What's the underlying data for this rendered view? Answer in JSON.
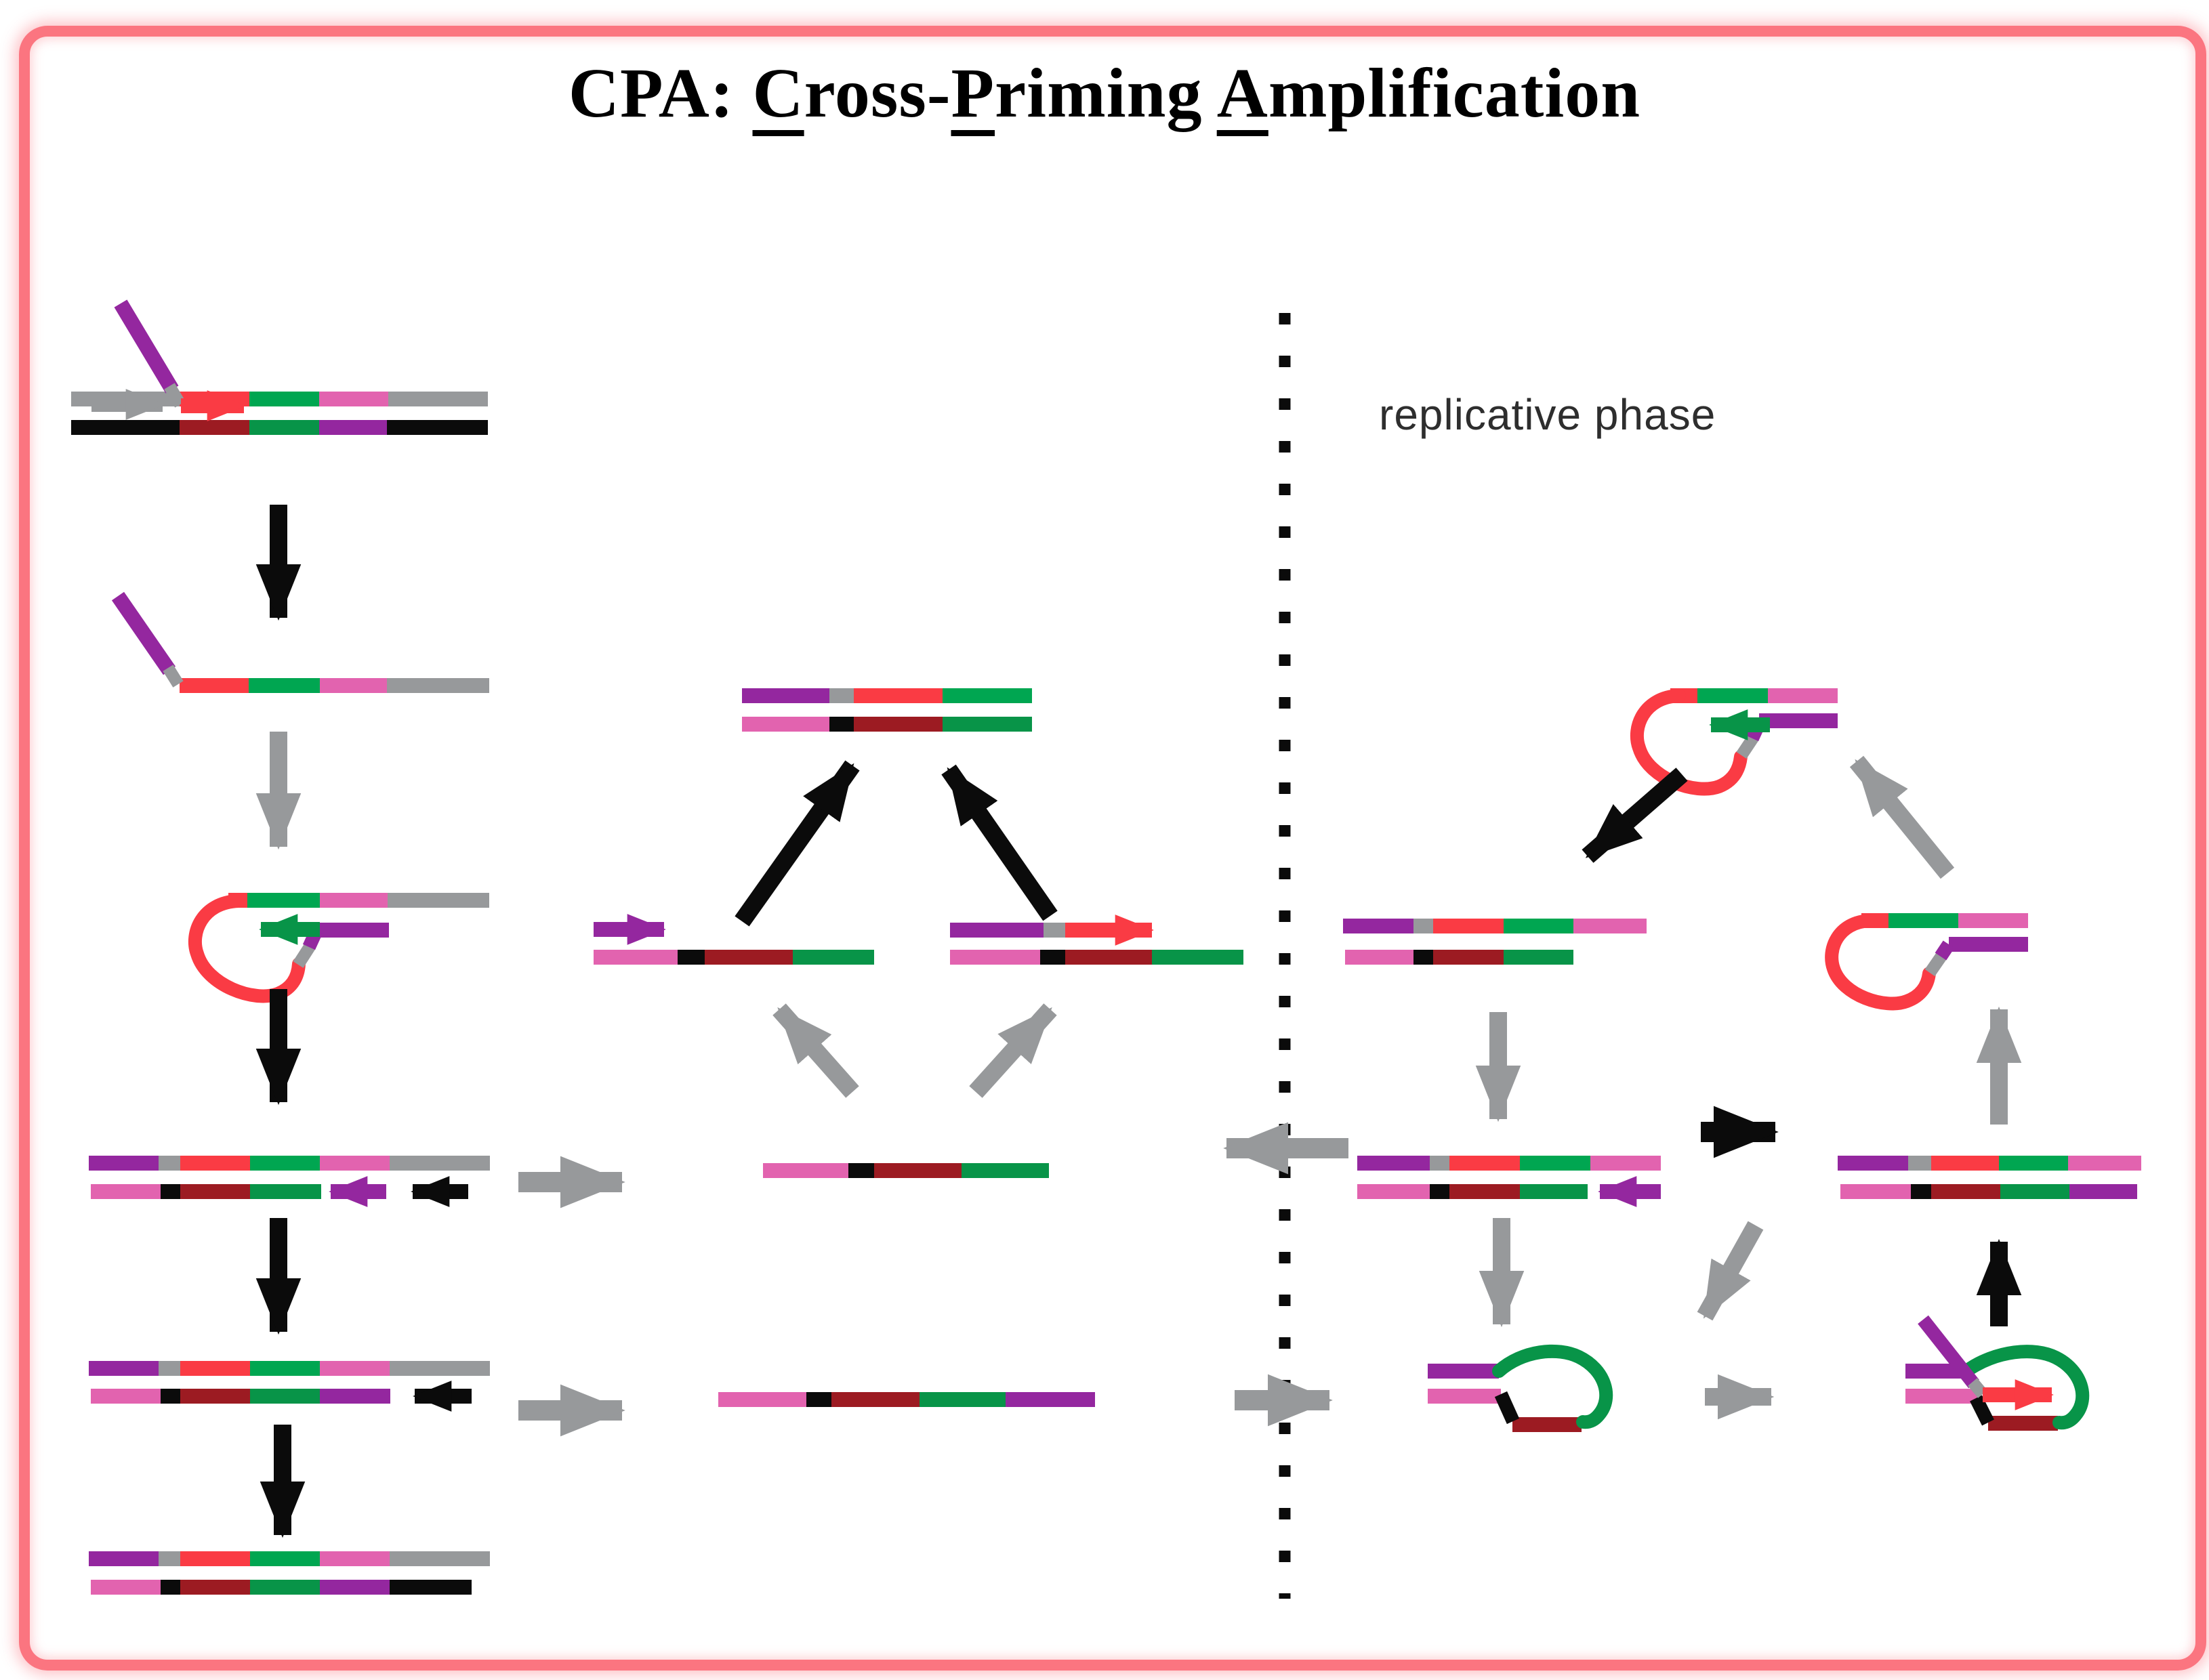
{
  "title": {
    "prefix": "CPA: ",
    "word1_initial": "C",
    "word1_rest": "ross-",
    "word2_initial": "P",
    "word2_rest": "riming ",
    "word3_initial": "A",
    "word3_rest": "mplification"
  },
  "labels": {
    "right_phase": "replicative phase"
  },
  "palette": {
    "purple": "#94279f",
    "pink": "#e263af",
    "red": "#fa3b44",
    "darkred": "#9c1b22",
    "green": "#00a651",
    "dgreen": "#089448",
    "gray": "#97999b",
    "black": "#0b0b0b",
    "border": "#fb7580",
    "text": "#2e2e2e"
  },
  "strands": {
    "s1_top": [
      [
        "gray",
        160
      ],
      [
        "red",
        103
      ],
      [
        "green",
        103
      ],
      [
        "pink",
        102
      ],
      [
        "gray",
        147
      ]
    ],
    "s1_bot": [
      [
        "black",
        160
      ],
      [
        "darkred",
        103
      ],
      [
        "dgreen",
        103
      ],
      [
        "purple",
        100
      ],
      [
        "black",
        149
      ]
    ],
    "s2": [
      [
        "red",
        102
      ],
      [
        "green",
        105
      ],
      [
        "pink",
        99
      ],
      [
        "gray",
        151
      ]
    ],
    "s3_top": [
      [
        "red",
        28
      ],
      [
        "green",
        107
      ],
      [
        "pink",
        100
      ],
      [
        "gray",
        150
      ]
    ],
    "s3_purple": [
      [
        "purple",
        108
      ]
    ],
    "s7_top": [
      [
        "purple",
        103
      ],
      [
        "gray",
        32
      ],
      [
        "red",
        103
      ],
      [
        "green",
        103
      ],
      [
        "pink",
        103
      ],
      [
        "gray",
        148
      ]
    ],
    "s7_bot": [
      [
        "pink",
        103
      ],
      [
        "black",
        29
      ],
      [
        "darkred",
        103
      ],
      [
        "dgreen",
        105
      ]
    ],
    "s9_top": [
      [
        "purple",
        103
      ],
      [
        "gray",
        32
      ],
      [
        "red",
        103
      ],
      [
        "green",
        103
      ],
      [
        "pink",
        103
      ],
      [
        "gray",
        148
      ]
    ],
    "s9_bot": [
      [
        "pink",
        103
      ],
      [
        "black",
        29
      ],
      [
        "darkred",
        103
      ],
      [
        "dgreen",
        103
      ],
      [
        "purple",
        104
      ]
    ],
    "s11_top": [
      [
        "purple",
        103
      ],
      [
        "gray",
        32
      ],
      [
        "red",
        103
      ],
      [
        "green",
        103
      ],
      [
        "pink",
        103
      ],
      [
        "gray",
        148
      ]
    ],
    "s11_bot": [
      [
        "pink",
        103
      ],
      [
        "black",
        29
      ],
      [
        "darkred",
        103
      ],
      [
        "dgreen",
        103
      ],
      [
        "purple",
        103
      ],
      [
        "black",
        121
      ]
    ],
    "m1_top": [
      [
        "purple",
        129
      ],
      [
        "gray",
        36
      ],
      [
        "red",
        131
      ],
      [
        "green",
        132
      ]
    ],
    "m1_bot": [
      [
        "pink",
        129
      ],
      [
        "black",
        36
      ],
      [
        "darkred",
        131
      ],
      [
        "dgreen",
        132
      ]
    ],
    "m2l_bot": [
      [
        "pink",
        124
      ],
      [
        "black",
        40
      ],
      [
        "darkred",
        130
      ],
      [
        "dgreen",
        120
      ]
    ],
    "m2r_topbar": [
      [
        "purple",
        138
      ],
      [
        "gray",
        32
      ]
    ],
    "m2r_bot": [
      [
        "pink",
        133
      ],
      [
        "black",
        37
      ],
      [
        "darkred",
        128
      ],
      [
        "dgreen",
        135
      ]
    ],
    "m3": [
      [
        "pink",
        126
      ],
      [
        "black",
        38
      ],
      [
        "darkred",
        129
      ],
      [
        "dgreen",
        129
      ]
    ],
    "m4": [
      [
        "pink",
        130
      ],
      [
        "black",
        37
      ],
      [
        "darkred",
        130
      ],
      [
        "dgreen",
        127
      ],
      [
        "purple",
        132
      ]
    ],
    "r1_top": [
      [
        "red",
        40
      ],
      [
        "green",
        104
      ],
      [
        "pink",
        103
      ]
    ],
    "r1_purple": [
      [
        "purple",
        116
      ]
    ],
    "r2_top": [
      [
        "purple",
        104
      ],
      [
        "gray",
        29
      ],
      [
        "red",
        104
      ],
      [
        "green",
        103
      ],
      [
        "pink",
        108
      ]
    ],
    "r2_bot": [
      [
        "pink",
        101
      ],
      [
        "black",
        29
      ],
      [
        "darkred",
        104
      ],
      [
        "dgreen",
        103
      ]
    ],
    "r3_top": [
      [
        "purple",
        107
      ],
      [
        "gray",
        29
      ],
      [
        "red",
        104
      ],
      [
        "green",
        104
      ],
      [
        "pink",
        104
      ]
    ],
    "r3_bot": [
      [
        "pink",
        107
      ],
      [
        "black",
        29
      ],
      [
        "darkred",
        104
      ],
      [
        "dgreen",
        100
      ]
    ],
    "r4_top": [
      [
        "purple",
        104
      ],
      [
        "gray",
        34
      ],
      [
        "red",
        100
      ],
      [
        "green",
        102
      ],
      [
        "pink",
        108
      ]
    ],
    "r4_bot": [
      [
        "pink",
        104
      ],
      [
        "black",
        30
      ],
      [
        "darkred",
        102
      ],
      [
        "dgreen",
        102
      ],
      [
        "purple",
        100
      ]
    ],
    "r6_top": [
      [
        "red",
        40
      ],
      [
        "green",
        103
      ],
      [
        "pink",
        103
      ]
    ],
    "r6_purple": [
      [
        "purple",
        117
      ]
    ],
    "r5_purple": [
      [
        "purple",
        105
      ]
    ],
    "r5_pink": [
      [
        "pink",
        108
      ]
    ],
    "r5_darkred": [
      [
        "darkred",
        102
      ]
    ],
    "r5b_purple": [
      [
        "purple",
        82
      ]
    ],
    "r5b_pink": [
      [
        "pink",
        106
      ]
    ],
    "r5b_darkred": [
      [
        "darkred",
        103
      ]
    ]
  }
}
